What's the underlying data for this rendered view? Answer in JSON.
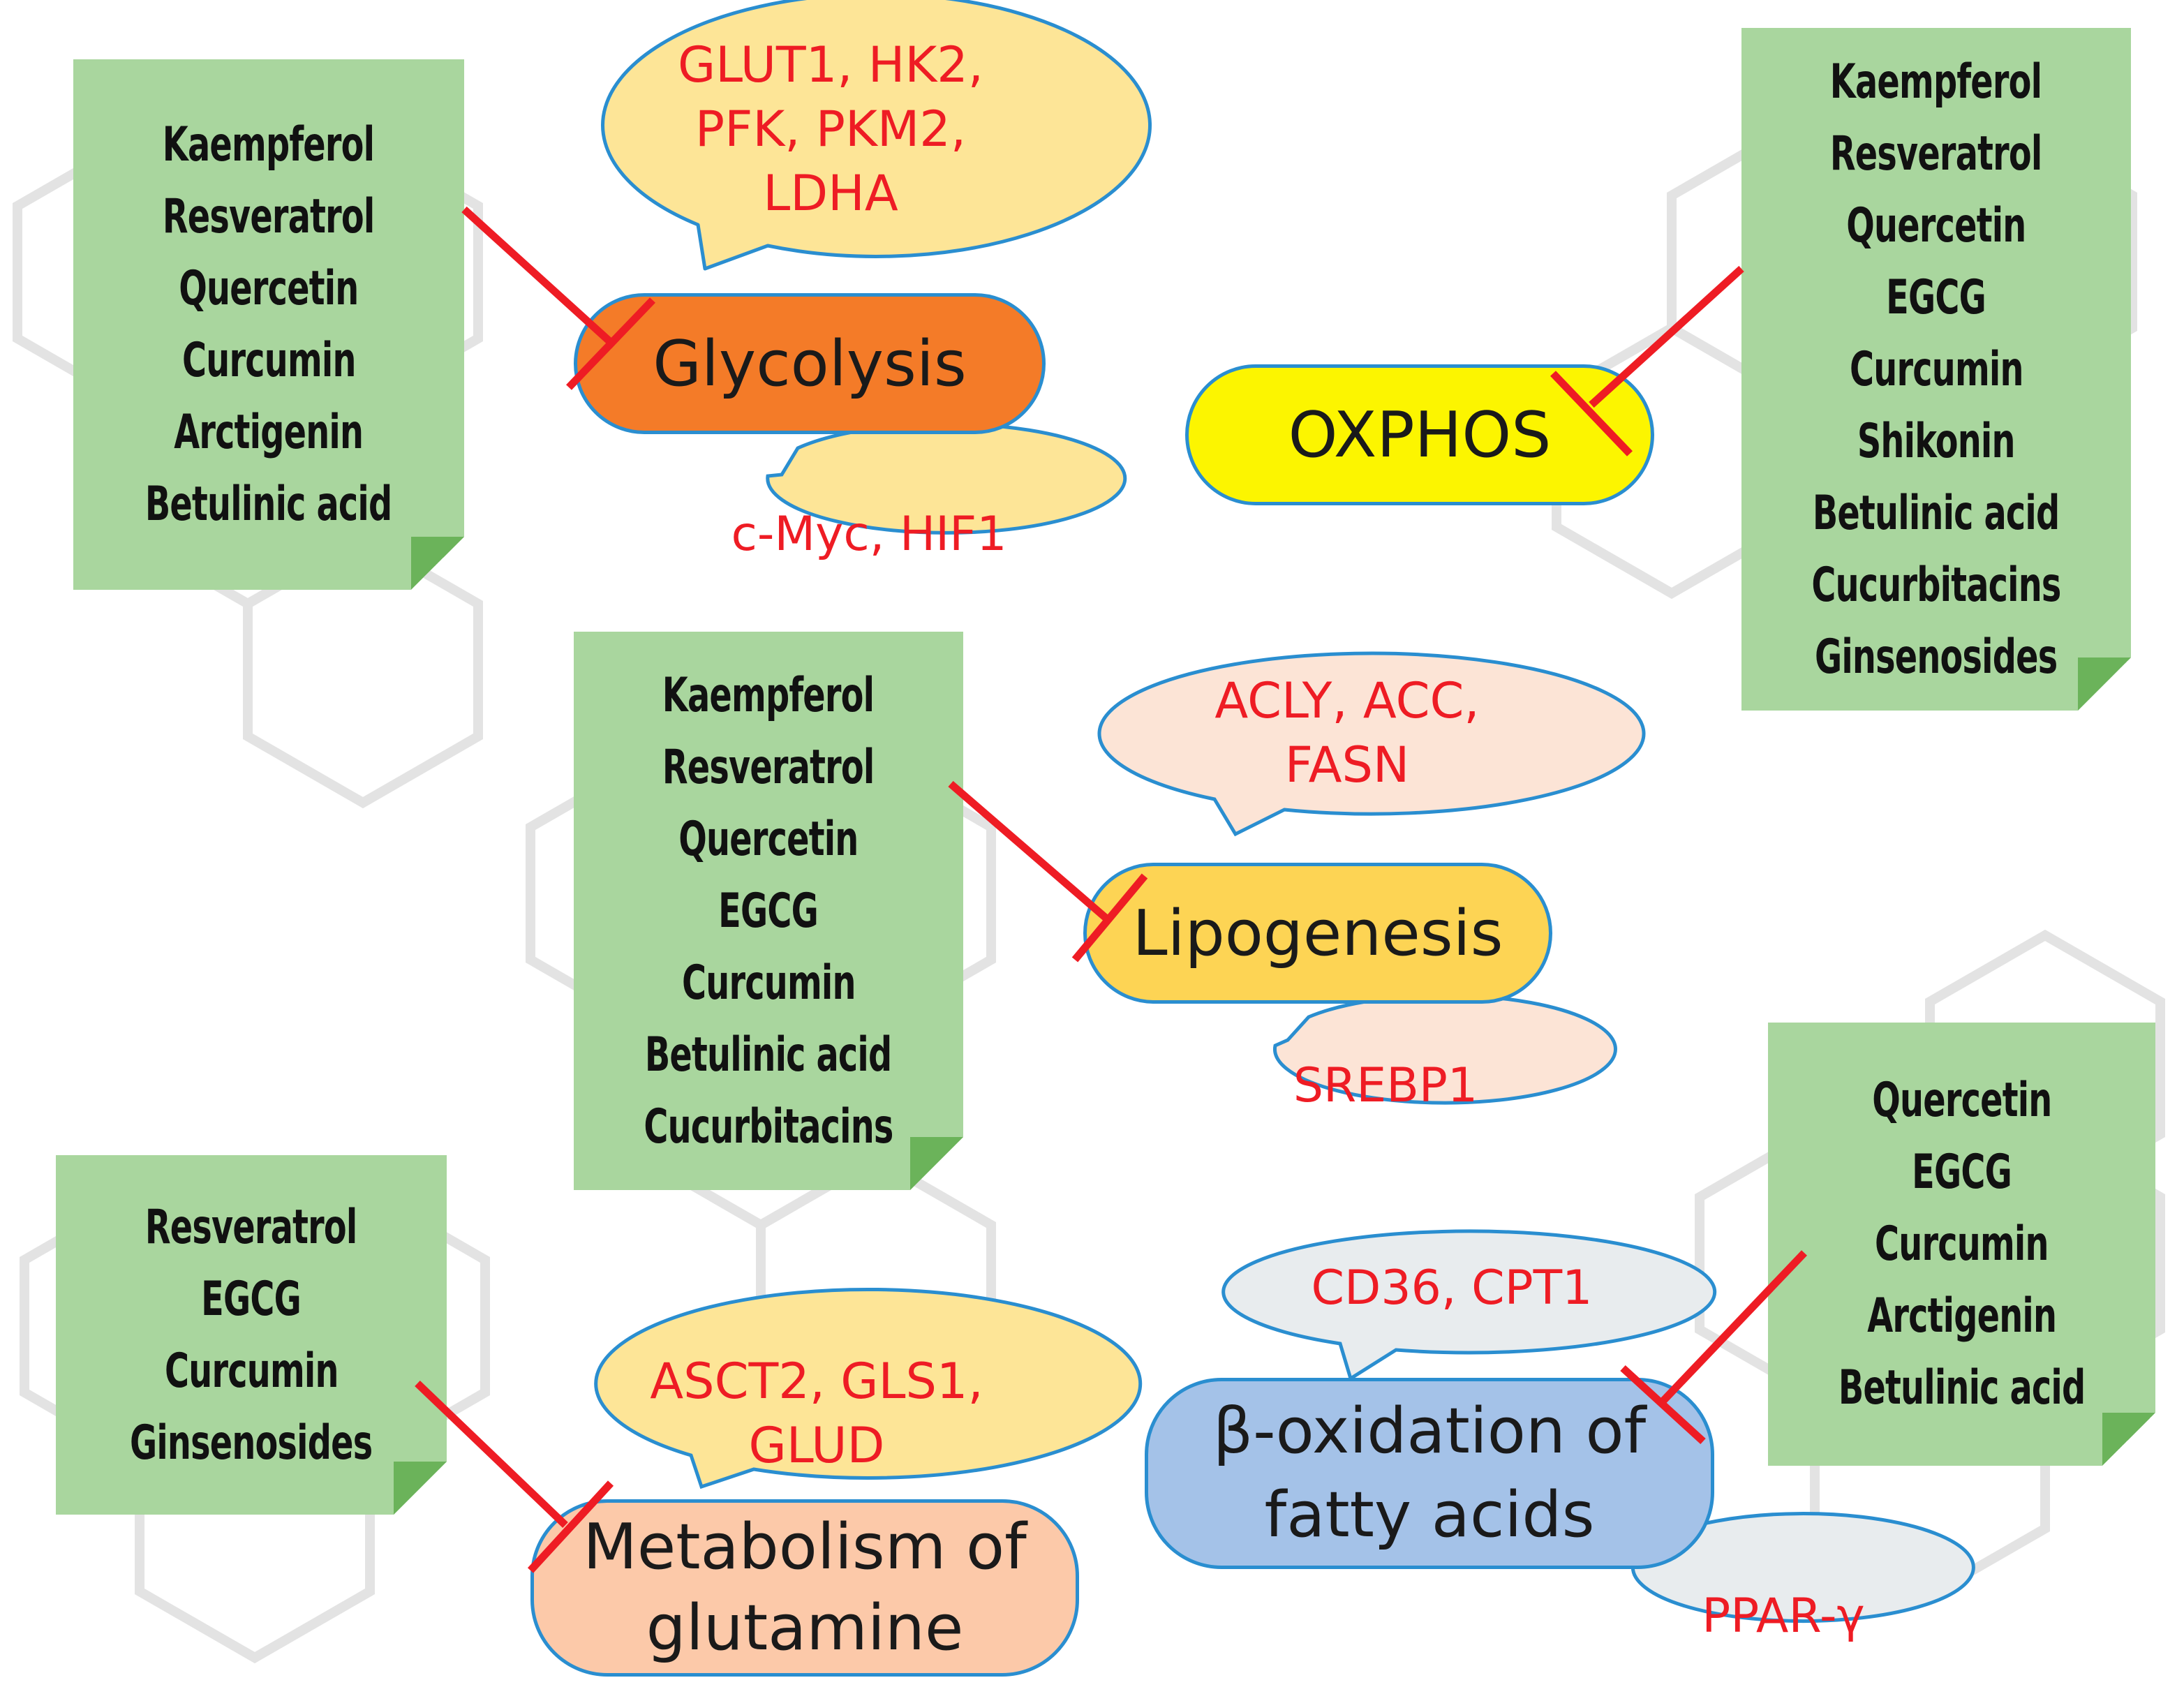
{
  "colors": {
    "note_green": "#a9d69e",
    "inhibit_red": "#ee1c24",
    "outline_blue": "#2a8ed0"
  },
  "notes": {
    "glycolysis": [
      "Kaempferol",
      "Resveratrol",
      "Quercetin",
      "Curcumin",
      "Arctigenin",
      "Betulinic acid"
    ],
    "oxphos": [
      "Kaempferol",
      "Resveratrol",
      "Quercetin",
      "EGCG",
      "Curcumin",
      "Shikonin",
      "Betulinic acid",
      "Cucurbitacins",
      "Ginsenosides"
    ],
    "lipogenesis": [
      "Kaempferol",
      "Resveratrol",
      "Quercetin",
      "EGCG",
      "Curcumin",
      "Betulinic acid",
      "Cucurbitacins"
    ],
    "glutamine": [
      "Resveratrol",
      "EGCG",
      "Curcumin",
      "Ginsenosides"
    ],
    "beta_oxidation": [
      "Quercetin",
      "EGCG",
      "Curcumin",
      "Arctigenin",
      "Betulinic acid"
    ]
  },
  "processes": {
    "glycolysis": "Glycolysis",
    "oxphos": "OXPHOS",
    "lipogenesis": "Lipogenesis",
    "glutamine": "Metabolism of\nglutamine",
    "beta_oxidation": "β-oxidation of\nfatty acids"
  },
  "bubbles": {
    "glycolysis_enzymes": "GLUT1, HK2,\nPFK, PKM2,\nLDHA",
    "glycolysis_regulators": "c-Myc, HIF1",
    "lipogenesis_enzymes": "ACLY, ACC,\nFASN",
    "lipogenesis_regulators": "SREBP1",
    "glutamine_enzymes": "ASCT2, GLS1,\nGLUD",
    "beta_oxidation_enzymes": "CD36, CPT1",
    "beta_oxidation_regulators": "PPAR-γ"
  }
}
